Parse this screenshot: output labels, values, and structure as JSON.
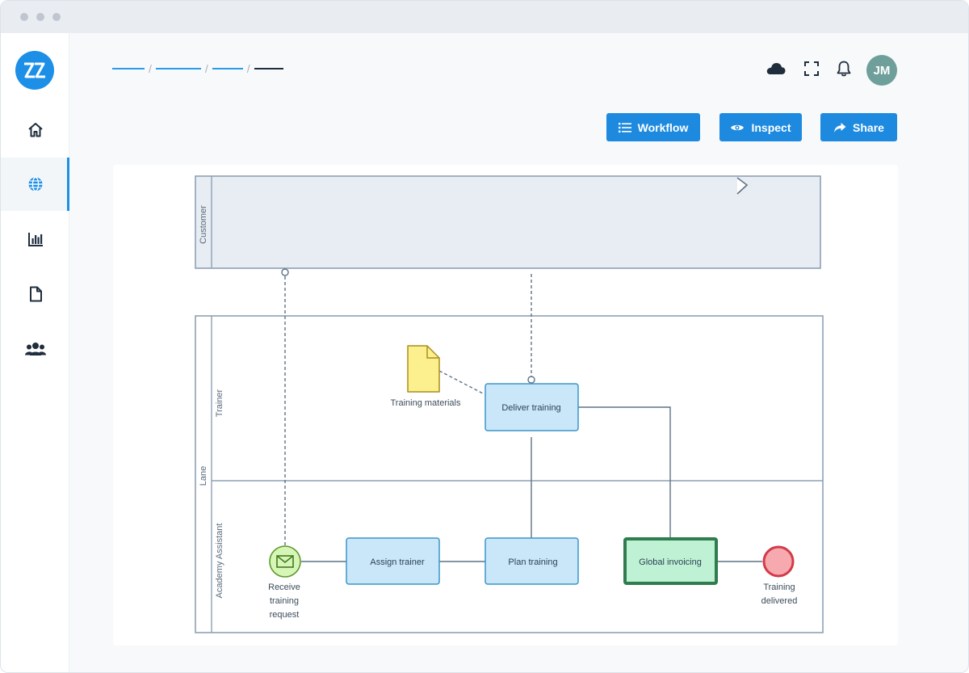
{
  "app": {
    "logo_text": "ZZ"
  },
  "sidebar": {
    "items": [
      {
        "name": "home",
        "icon": "home-icon"
      },
      {
        "name": "globe",
        "icon": "globe-icon",
        "active": true
      },
      {
        "name": "analytics",
        "icon": "bar-chart-icon"
      },
      {
        "name": "document",
        "icon": "document-icon"
      },
      {
        "name": "team",
        "icon": "users-icon"
      }
    ]
  },
  "header": {
    "icons": [
      "cloud-icon",
      "fullscreen-icon",
      "bell-icon"
    ],
    "avatar_initials": "JM"
  },
  "toolbar": {
    "workflow_label": "Workflow",
    "inspect_label": "Inspect",
    "share_label": "Share"
  },
  "diagram": {
    "pools": {
      "customer": "Customer",
      "lane": "Lane"
    },
    "lanes": {
      "trainer": "Trainer",
      "academy_assistant": "Academy Assistant"
    },
    "nodes": {
      "start_event": [
        "Receive",
        "training",
        "request"
      ],
      "assign_trainer": "Assign trainer",
      "plan_training": "Plan training",
      "deliver_training": "Deliver training",
      "global_invoicing": "Global invoicing",
      "end_event": [
        "Training",
        "delivered"
      ],
      "data_object": "Training materials"
    }
  },
  "colors": {
    "accent": "#1d8ae0",
    "task_fill": "#c9e7f8",
    "task_stroke": "#3a95c9",
    "subprocess_fill": "#bff2d4",
    "subprocess_stroke": "#2f7d4f",
    "start_fill": "#d8f5b8",
    "start_stroke": "#5a9a2a",
    "end_fill": "#f7a9b0",
    "end_stroke": "#d23b48",
    "document_fill": "#fbef8e",
    "document_stroke": "#a88f1e",
    "pool_stroke": "#8da1b5",
    "customer_fill": "#e8ecf3"
  }
}
